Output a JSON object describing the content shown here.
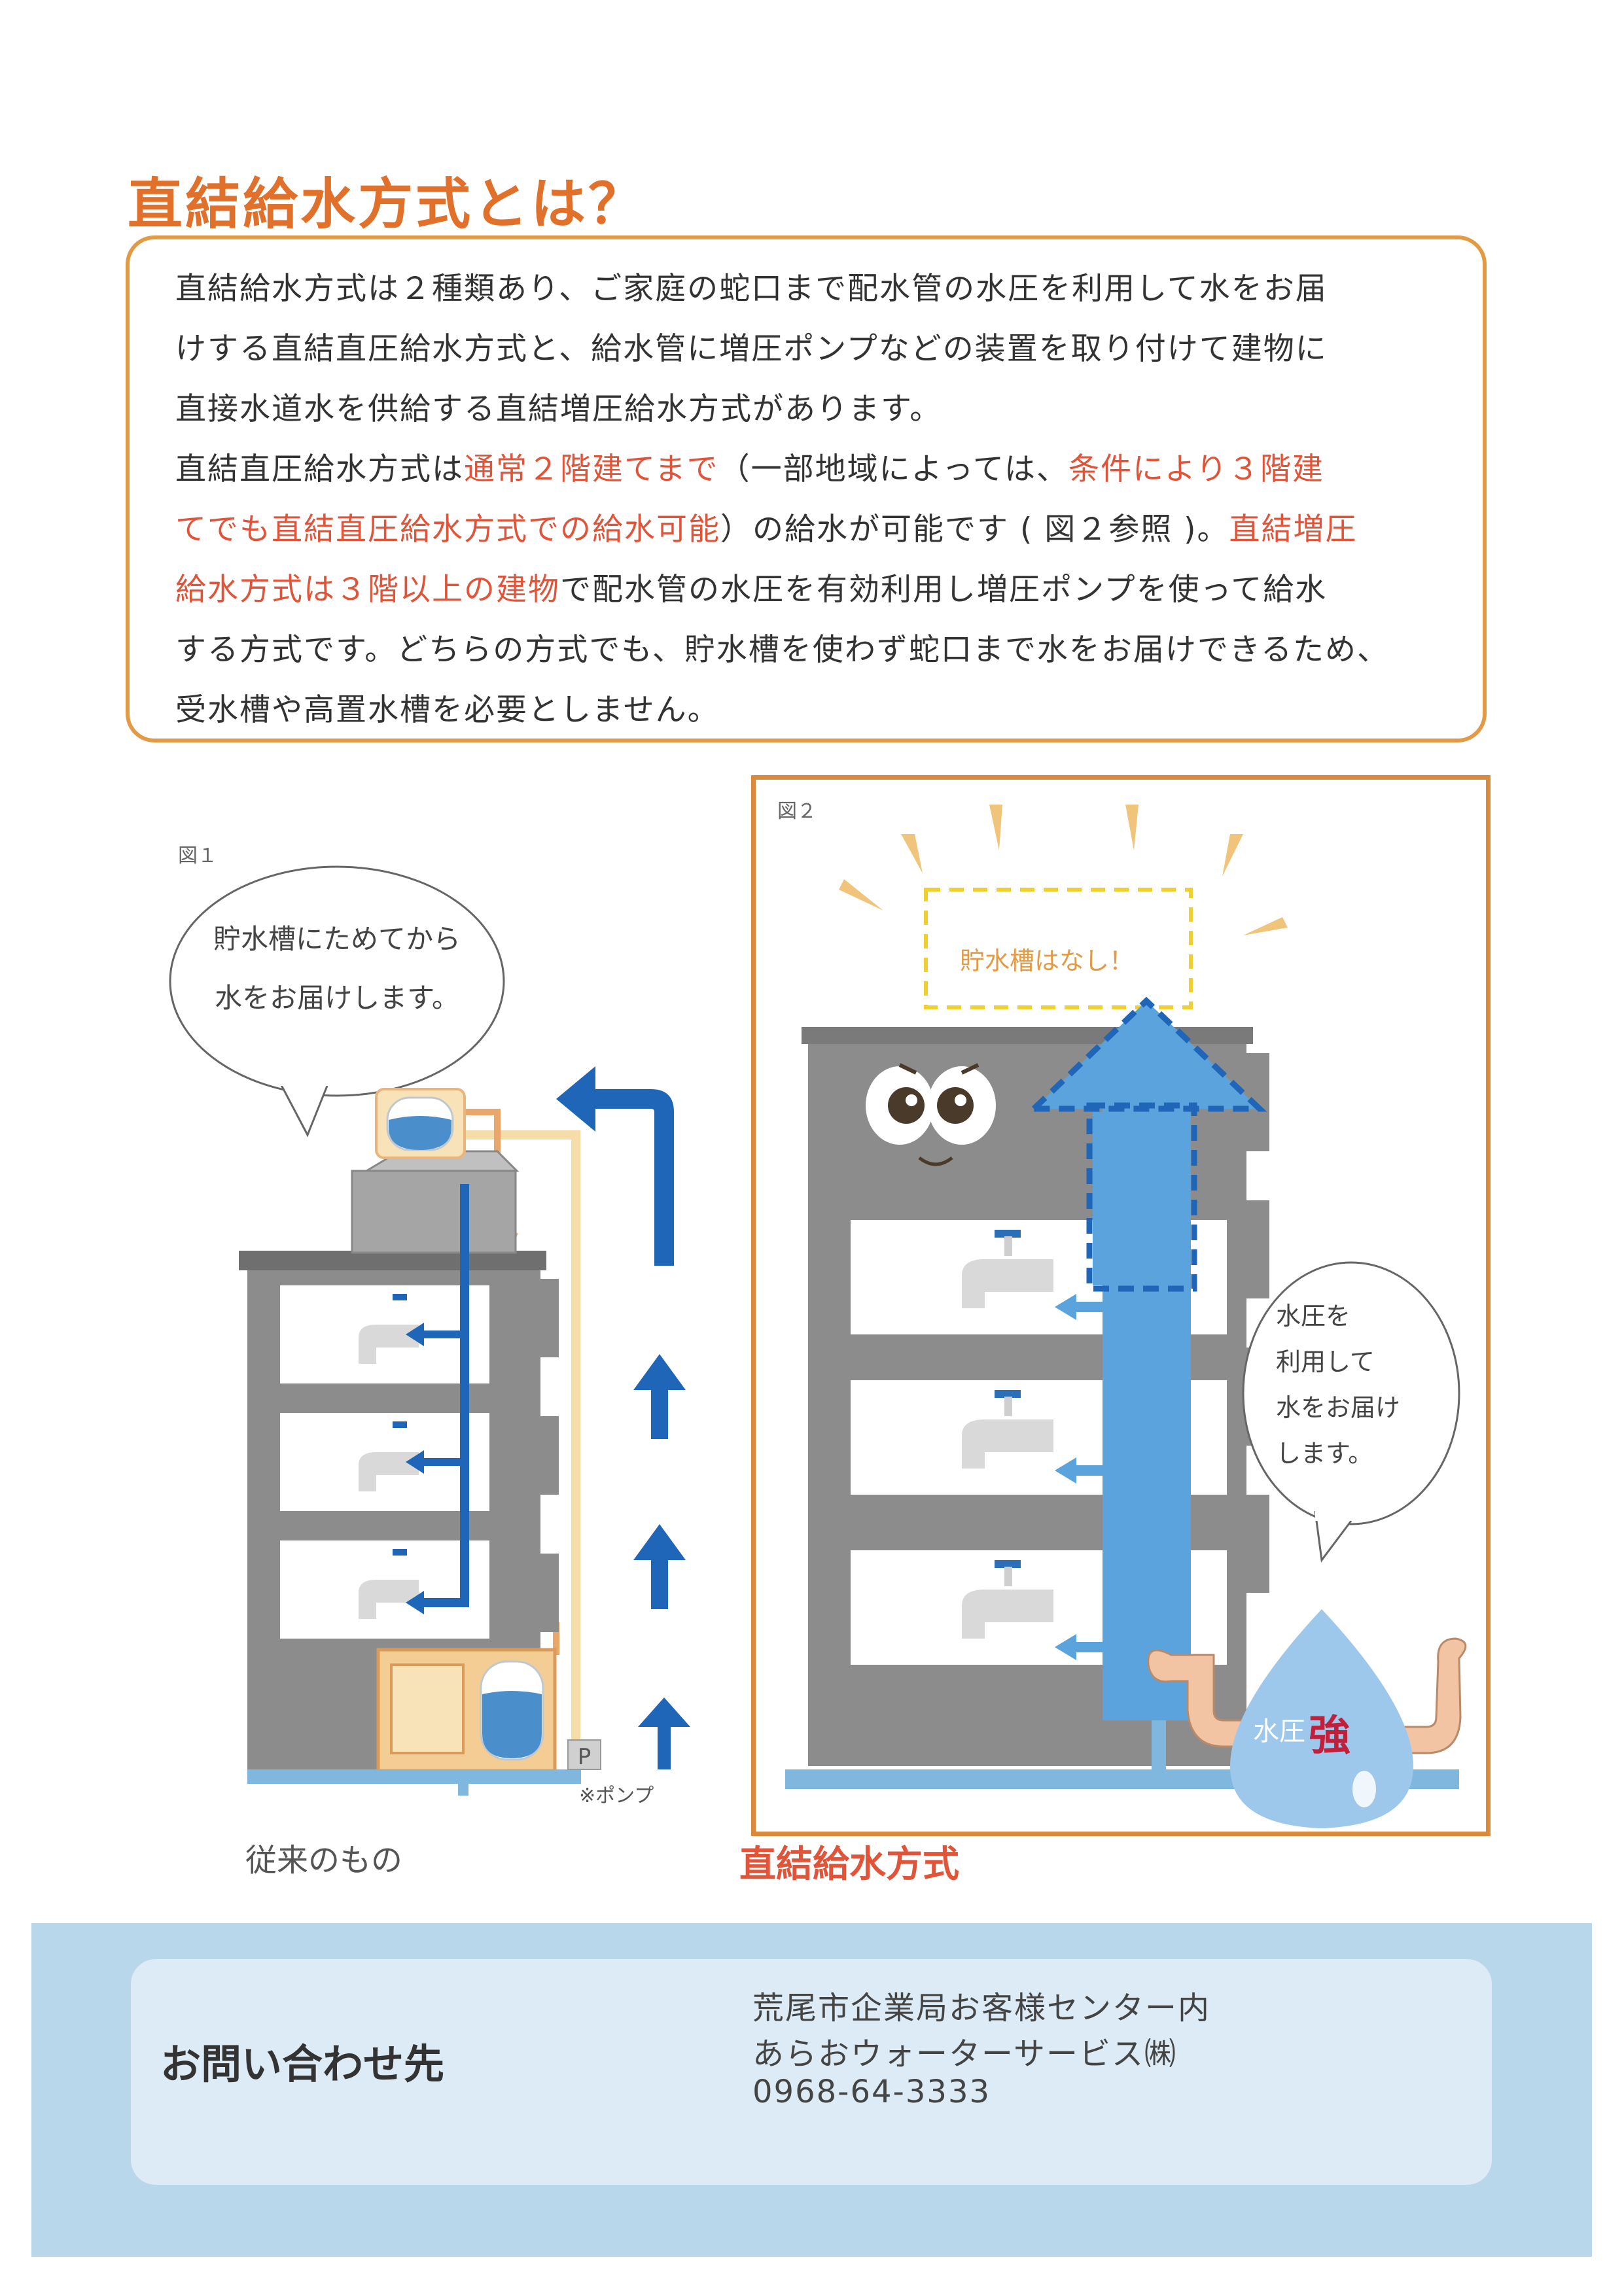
{
  "title": "直結給水方式とは？",
  "intro": {
    "line1": "直結給水方式は２種類あり、ご家庭の蛇口まで配水管の水圧を利用して水をお届",
    "line2": "けする直結直圧給水方式と、給水管に増圧ポンプなどの装置を取り付けて建物に",
    "line3": "直接水道水を供給する直結増圧給水方式があります。",
    "line4a": "直結直圧給水方式は",
    "line4b": "通常２階建てまで",
    "line4c": "（一部地域によっては、",
    "line4d": "条件により３階建",
    "line5a": "てでも直結直圧給水方式での給水可能",
    "line5b": "）の給水が可能です ( 図２参照 )。",
    "line5c": "直結増圧",
    "line6a": "給水方式は３階以上の建物",
    "line6b": "で配水管の水圧を有効利用し増圧ポンプを使って給水",
    "line7": "する方式です。どちらの方式でも、貯水槽を使わず蛇口まで水をお届けできるため、",
    "line8": "受水槽や高置水槽を必要としません。"
  },
  "figure1": {
    "label": "図１",
    "bubble_line1": "貯水槽にためてから",
    "bubble_line2": "水をお届けします。",
    "pump_letter": "P",
    "pump_note": "※ポンプ",
    "caption": "従来のもの"
  },
  "figure2": {
    "label": "図２",
    "tank_note": "貯水槽はなし！",
    "bubble_line1": "水圧を",
    "bubble_line2": "利用して",
    "bubble_line3": "水をお届け",
    "bubble_line4": "します。",
    "drop_text": "水圧",
    "drop_strong": "強",
    "caption": "直結給水方式"
  },
  "contact": {
    "heading": "お問い合わせ先",
    "line1": "荒尾市企業局お客様センター内",
    "line2": "あらおウォーターサービス㈱",
    "phone": "0968-64-3333"
  },
  "colors": {
    "accent_orange": "#e0702a",
    "highlight_red": "#e0553a",
    "building_gray": "#8c8c8c",
    "arrow_blue": "#1f66b8",
    "water_light_blue": "#5aa3dc",
    "contact_band": "#b9d7ea"
  }
}
